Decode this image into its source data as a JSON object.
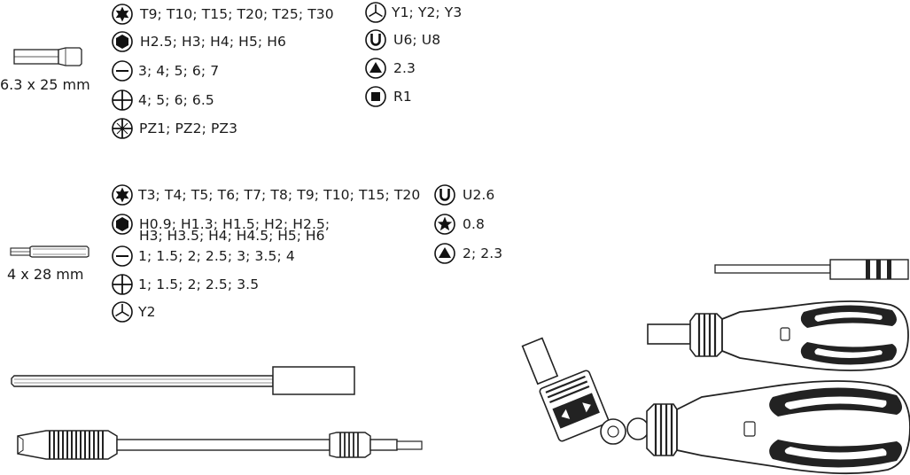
{
  "bits_large": {
    "caption": "6.3 x 25 mm",
    "left_column": [
      {
        "icon": "torx-icon",
        "text": "T9; T10; T15; T20; T25; T30"
      },
      {
        "icon": "hex-icon",
        "text": "H2.5; H3; H4; H5; H6"
      },
      {
        "icon": "slotted-icon",
        "text": "3; 4; 5; 6; 7"
      },
      {
        "icon": "phillips-icon",
        "text": "4; 5; 6; 6.5"
      },
      {
        "icon": "pozidriv-icon",
        "text": "PZ1; PZ2; PZ3"
      }
    ],
    "right_column": [
      {
        "icon": "tri-wing-icon",
        "text": "Y1; Y2; Y3"
      },
      {
        "icon": "u-spanner-icon",
        "text": "U6; U8"
      },
      {
        "icon": "triangle-icon",
        "text": "2.3"
      },
      {
        "icon": "square-icon",
        "text": "R1"
      }
    ]
  },
  "bits_small": {
    "caption": "4 x 28 mm",
    "left_column": [
      {
        "icon": "torx-icon",
        "text": "T3; T4; T5; T6; T7; T8; T9; T10; T15; T20"
      },
      {
        "icon": "hex-icon",
        "text": "H0.9; H1.3; H1.5; H2; H2.5;",
        "text2": "H3; H3.5;  H4; H4.5; H5; H6"
      },
      {
        "icon": "slotted-icon",
        "text": "1; 1.5; 2; 2.5; 3; 3.5; 4"
      },
      {
        "icon": "phillips-icon",
        "text": "1; 1.5; 2; 2.5; 3.5"
      },
      {
        "icon": "tri-wing-icon",
        "text": "Y2"
      }
    ],
    "right_column": [
      {
        "icon": "u-spanner-icon",
        "text": "U2.6"
      },
      {
        "icon": "star-icon",
        "text": "0.8"
      },
      {
        "icon": "triangle-icon",
        "text": "2; 2.3"
      }
    ]
  }
}
